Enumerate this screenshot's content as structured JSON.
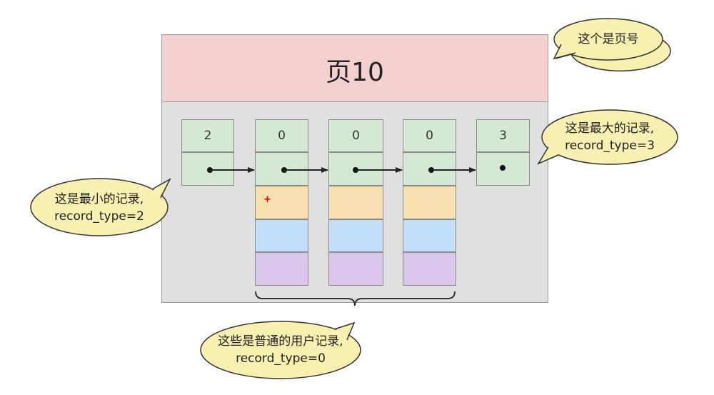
{
  "page_title": "页10",
  "records": {
    "infimum_type": "2",
    "user1_type": "0",
    "user2_type": "0",
    "user3_type": "0",
    "supremum_type": "3"
  },
  "callouts": {
    "page_number": "这个是页号",
    "min_record_line1": "这是最小的记录,",
    "min_record_line2": "record_type=2",
    "max_record_line1": "这是最大的记录,",
    "max_record_line2": "record_type=3",
    "user_records_line1": "这些是普通的用户记录,",
    "user_records_line2": "record_type=0"
  },
  "colors": {
    "header": "#f4d0d0",
    "body": "#e0e0e0",
    "record_header": "#d5e8d4",
    "user_data_1": "#f9e0b0",
    "user_data_2": "#c5defa",
    "user_data_3": "#dbc7ec",
    "callout_fill": "#f8f0b0"
  },
  "cursor_marker": "+"
}
